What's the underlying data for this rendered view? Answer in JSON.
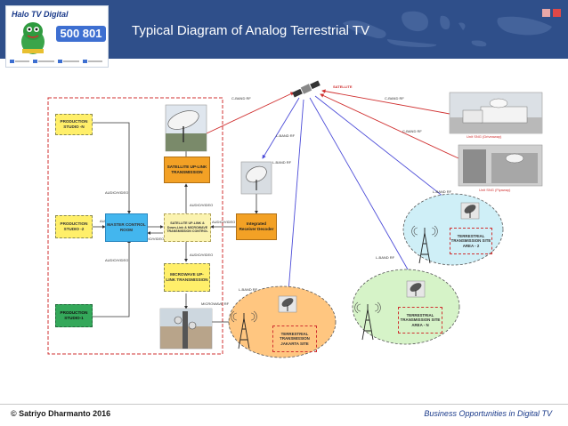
{
  "slide": {
    "title": "Typical Diagram of Analog Terrestrial TV",
    "footer_left": "© Satriyo Dharmanto 2016",
    "footer_right": "Business Opportunities in Digital TV"
  },
  "logo": {
    "tagline": "Halo TV Digital",
    "number": "500 801"
  },
  "colors": {
    "header": "#2f4f8a",
    "accent_red": "#d03030",
    "rf_blue": "#4c4cd8",
    "yellow_box": "#ffef6a",
    "orange_box": "#f3a125",
    "blue_box": "#43b6ee",
    "green_box": "#34a85a",
    "site_orange": "#ffc680",
    "site_cyan": "#cfeff7",
    "site_green": "#d6f3c8"
  },
  "diagram": {
    "studios": {
      "n": "PRODUCTION STUDIO -N",
      "two": "PRODUCTION STUDIO -2",
      "one": "PRODUCTION STUDIO-1"
    },
    "master_control": "MASTER CONTROL ROOM",
    "satellite_uplink": "SATELLITE UP-LINK TRANSMISSION",
    "satellite_dl_control": "SATELLITE UP-LINK & Down-Link & MICROWAVE TRANSMISSION CONTROL",
    "microwave_uplink": "MICROWAVE UP-LINK TRANSMISSION",
    "ird": "Integrated Receiver Decoder",
    "satellite": "SATELLITE",
    "sng_driveaway": "Unit SNG (Driveaway)",
    "sng_flyaway": "Unit SNG (Flyaway)",
    "site_jakarta": "TERRESTRIAL TRANSMISSION JAKARTA SITE",
    "site_area2": "TERRESTRIAL TRANSMISSION SITE AREA - 2",
    "site_arean": "TERRESTRIAL TRANSMISSION SITE AREA - N",
    "labels": {
      "audio_video": "AUDIO/VIDEO",
      "c_band_rf": "C-BAND RF",
      "l_band_rf": "L-BAND RF",
      "microwave_rf": "MICROWAVE RF"
    }
  }
}
